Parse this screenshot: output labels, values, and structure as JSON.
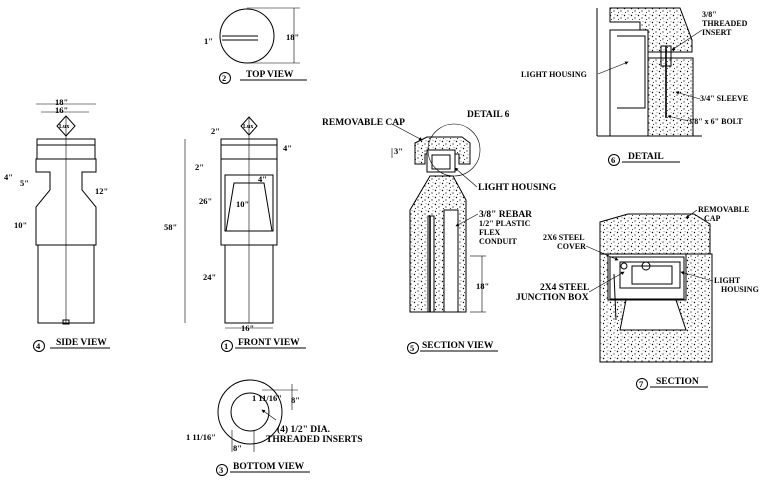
{
  "views": {
    "top": {
      "number": "2",
      "title": "TOP VIEW",
      "dims": {
        "diameter": "18\"",
        "slot": "1\""
      }
    },
    "side": {
      "number": "4",
      "title": "SIDE VIEW",
      "dims": {
        "width_outer": "18\"",
        "width_inner": "16\"",
        "cap": "4\"",
        "offset": "5\"",
        "opening": "12\"",
        "lower": "10\""
      }
    },
    "front": {
      "number": "1",
      "title": "FRONT VIEW",
      "dims": {
        "top": "2\"",
        "cap": "4\"",
        "gap": "2\"",
        "upper": "26\"",
        "inner": "4\"",
        "opening_w": "10\"",
        "total": "58\"",
        "base": "24\"",
        "width": "16\""
      }
    },
    "bottom": {
      "number": "3",
      "title": "BOTTOM VIEW",
      "dims": {
        "a1": "1 11/16\"",
        "b1": "8\"",
        "a2": "1 11/16\"",
        "b2": "8\""
      },
      "note_line1": "(4) 1/2\" DIA.",
      "note_line2": "THREADED INSERTS"
    },
    "section_view": {
      "number": "5",
      "title": "SECTION VIEW",
      "labels": {
        "removable_cap": "REMOVABLE CAP",
        "detail": "DETAIL 6",
        "light_housing": "LIGHT HOUSING",
        "rebar": "3/8\" REBAR",
        "conduit1": "1/2\" PLASTIC",
        "conduit2": "FLEX",
        "conduit3": "CONDUIT",
        "depth": "18\"",
        "cap_h": "3\""
      }
    },
    "detail": {
      "number": "6",
      "title": "DETAIL",
      "labels": {
        "insert1": "3/8\"",
        "insert2": "THREADED",
        "insert3": "INSERT",
        "light_housing": "LIGHT HOUSING",
        "sleeve": "3/4\" SLEEVE",
        "bolt": "3/8\" x 6\" BOLT"
      }
    },
    "section": {
      "number": "7",
      "title": "SECTION",
      "labels": {
        "cap1": "REMOVABLE",
        "cap2": "CAP",
        "cover1": "2X6 STEEL",
        "cover2": "COVER",
        "box1": "2X4 STEEL",
        "box2": "JUNCTION BOX",
        "lh1": "LIGHT",
        "lh2": "HOUSING"
      }
    }
  },
  "logo_text": "Lux"
}
